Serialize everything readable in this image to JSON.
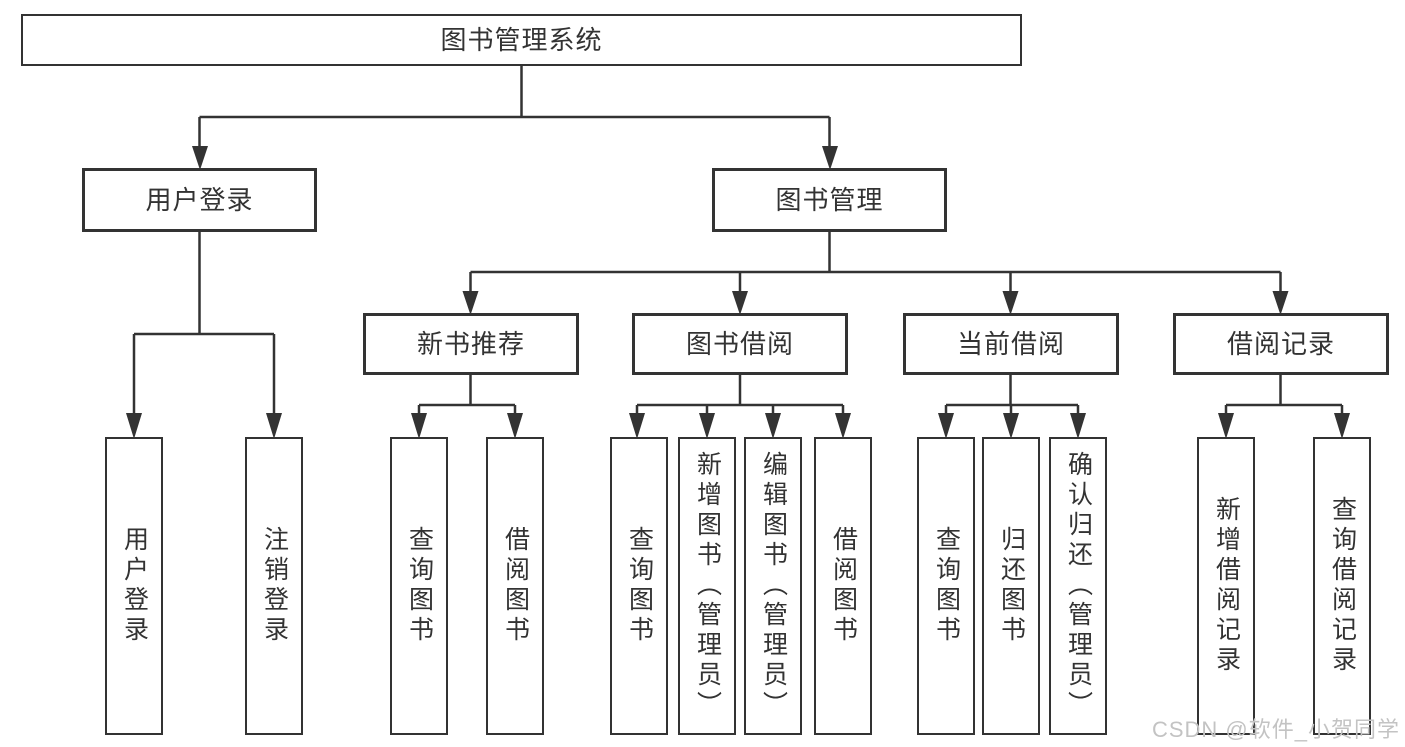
{
  "diagram": {
    "tree": {
      "label": "图书管理系统",
      "children": [
        {
          "label": "用户登录",
          "children": [
            {
              "label": "用户登录"
            },
            {
              "label": "注销登录"
            }
          ]
        },
        {
          "label": "图书管理",
          "children": [
            {
              "label": "新书推荐",
              "children": [
                {
                  "label": "查询图书"
                },
                {
                  "label": "借阅图书"
                }
              ]
            },
            {
              "label": "图书借阅",
              "children": [
                {
                  "label": "查询图书"
                },
                {
                  "label": "新增图书（管理员）"
                },
                {
                  "label": "编辑图书（管理员）"
                },
                {
                  "label": "借阅图书"
                }
              ]
            },
            {
              "label": "当前借阅",
              "children": [
                {
                  "label": "查询图书"
                },
                {
                  "label": "归还图书"
                },
                {
                  "label": "确认归还（管理员）"
                }
              ]
            },
            {
              "label": "借阅记录",
              "children": [
                {
                  "label": "新增借阅记录"
                },
                {
                  "label": "查询借阅记录"
                }
              ]
            }
          ]
        }
      ]
    },
    "colors": {
      "line": "#333333",
      "box_border": "#333333",
      "background": "#ffffff",
      "watermark": "#c3c3c3"
    },
    "watermark": "CSDN @软件_小贺同学"
  }
}
